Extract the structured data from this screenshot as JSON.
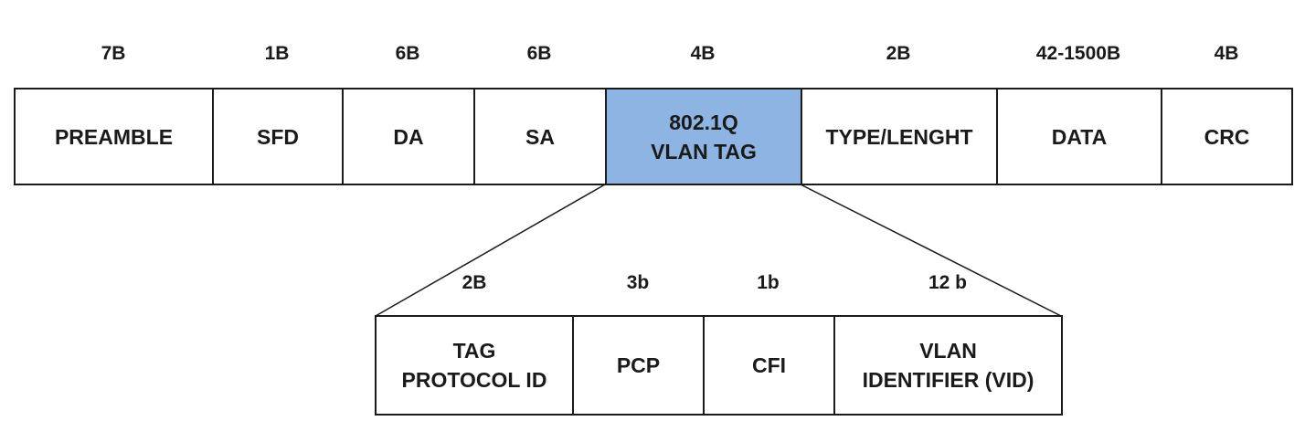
{
  "frame": {
    "fields": [
      {
        "label": "PREAMBLE",
        "size": "7B"
      },
      {
        "label": "SFD",
        "size": "1B"
      },
      {
        "label": "DA",
        "size": "6B"
      },
      {
        "label": "SA",
        "size": "6B"
      },
      {
        "label": "802.1Q\nVLAN TAG",
        "size": "4B",
        "highlighted": true
      },
      {
        "label": "TYPE/LENGHT",
        "size": "2B"
      },
      {
        "label": "DATA",
        "size": "42-1500B"
      },
      {
        "label": "CRC",
        "size": "4B"
      }
    ],
    "highlight_color": "#8eb4e3"
  },
  "vlan_tag": {
    "fields": [
      {
        "label": "TAG\nPROTOCOL ID",
        "size": "2B"
      },
      {
        "label": "PCP",
        "size": "3b"
      },
      {
        "label": "CFI",
        "size": "1b"
      },
      {
        "label": "VLAN\nIDENTIFIER (VID)",
        "size": "12 b"
      }
    ]
  }
}
